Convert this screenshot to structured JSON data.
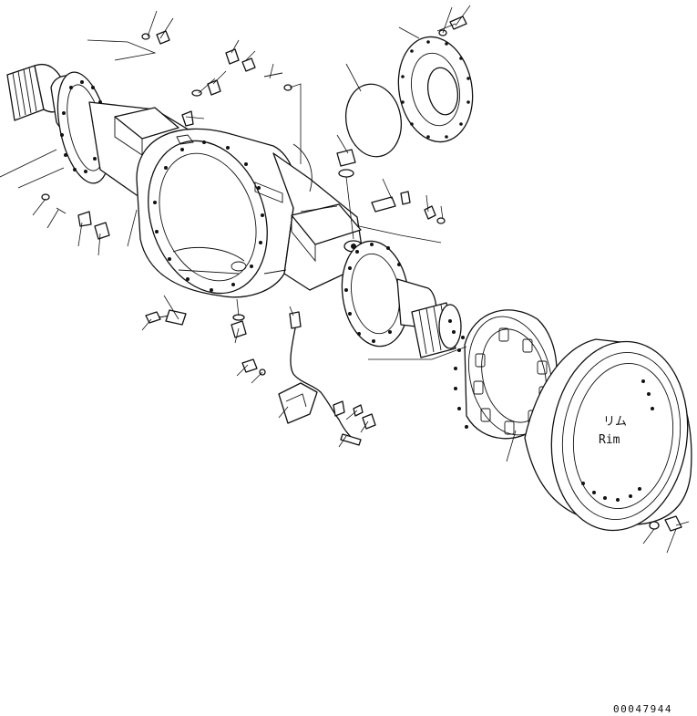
{
  "figure": {
    "wheel_label_jp": "リム",
    "wheel_label_en": "Rim",
    "figure_number": "00047944"
  },
  "parts": [
    "axle-housing",
    "left-axle-shaft",
    "right-axle-shaft",
    "differential-carrier-opening",
    "hub-flange",
    "wheel-hub",
    "wheel-rim",
    "o-ring",
    "breather-fitting",
    "drain-plug",
    "bolt",
    "washer",
    "sensor-harness",
    "sensor-bracket",
    "hub-cover"
  ]
}
